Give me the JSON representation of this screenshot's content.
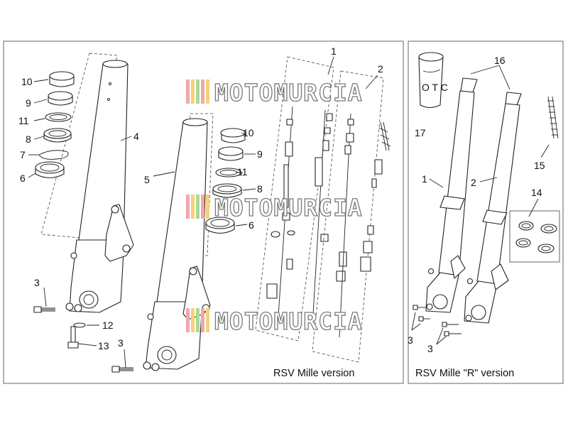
{
  "panels": {
    "left": {
      "caption": "RSV Mille version"
    },
    "right": {
      "caption": "RSV Mille \"R\" version"
    }
  },
  "watermark": {
    "text": "MOTOMURCIA",
    "stripe_colors": [
      "#f2a7a7",
      "#f4d27a",
      "#a9d89a",
      "#f2a7a7",
      "#f4d27a"
    ]
  },
  "callouts": {
    "n1": "1",
    "n2": "2",
    "n3": "3",
    "n4": "4",
    "n5": "5",
    "n6": "6",
    "n7": "7",
    "n8": "8",
    "n9": "9",
    "n10": "10",
    "n11": "11",
    "n12": "12",
    "n13": "13",
    "n14": "14",
    "n15": "15",
    "n16": "16",
    "n17": "17"
  },
  "tool_label": "O T C"
}
